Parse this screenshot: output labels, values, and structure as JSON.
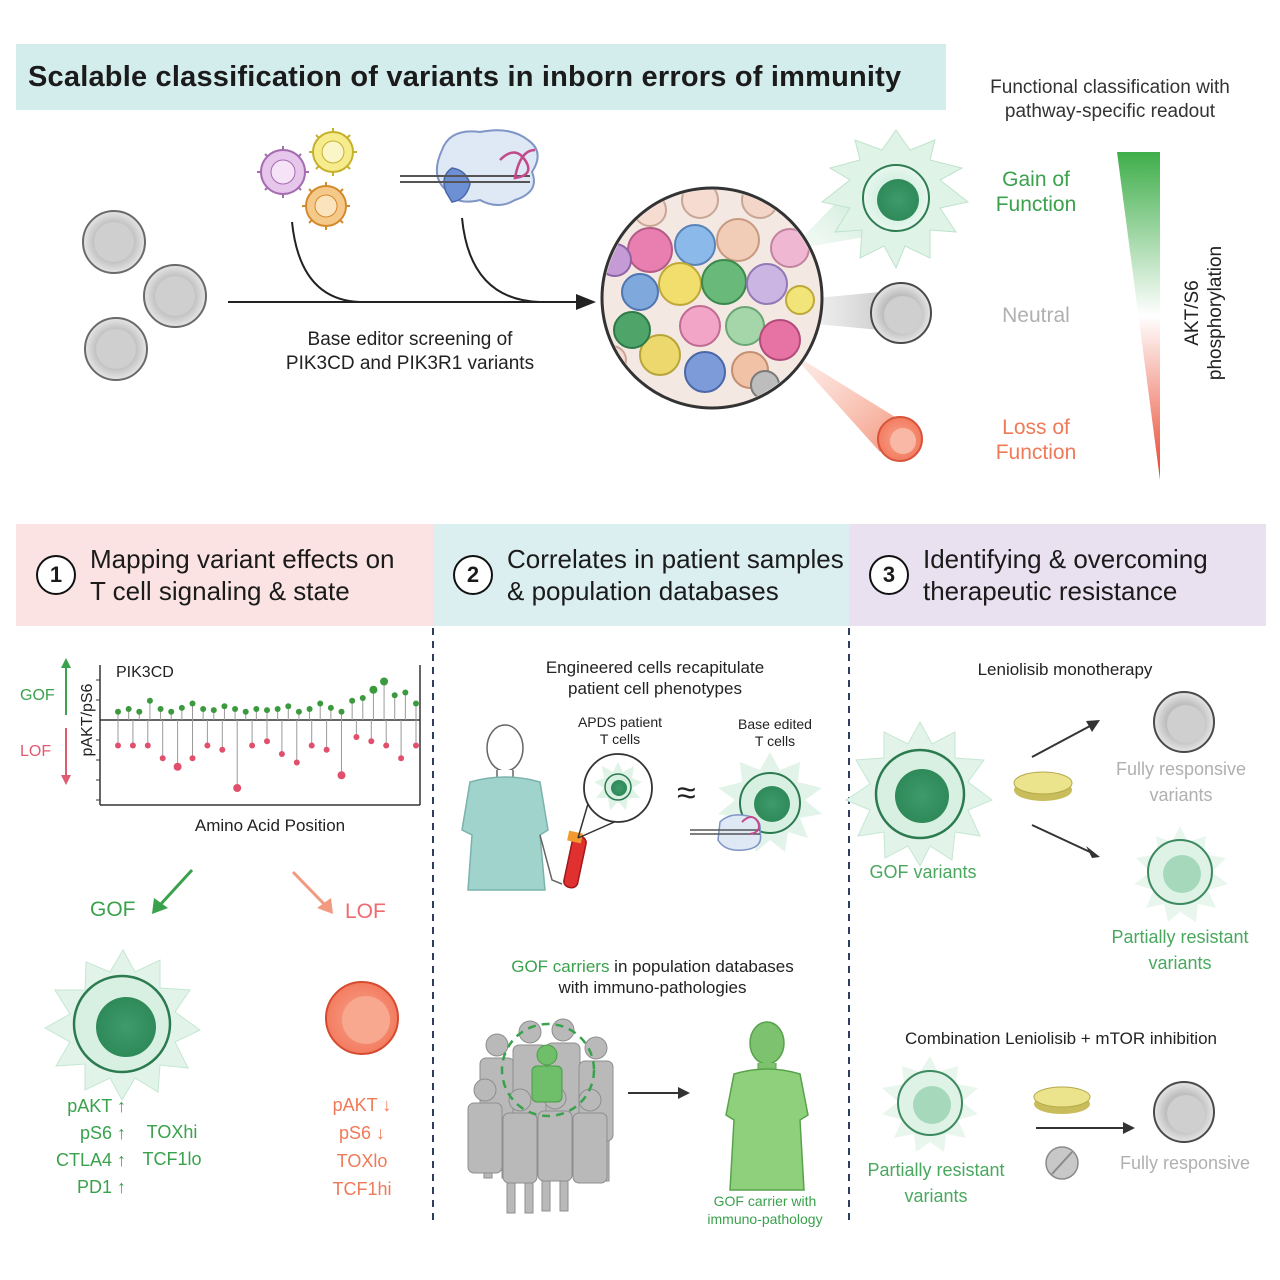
{
  "header": {
    "title": "Scalable classification of variants in inborn errors of immunity",
    "readout_title_line1": "Functional classification with",
    "readout_title_line2": "pathway-specific readout"
  },
  "screen": {
    "caption_line1": "Base editor screening of",
    "caption_line2": "PIK3CD and PIK3R1 variants",
    "gof_line1": "Gain of",
    "gof_line2": "Function",
    "neutral": "Neutral",
    "lof_line1": "Loss of",
    "lof_line2": "Function",
    "gradient_label_line1": "AKT/S6",
    "gradient_label_line2": "phosphorylation"
  },
  "sections": [
    {
      "number": "1",
      "line1": "Mapping variant effects on",
      "line2": "T cell signaling & state",
      "bg": "#fbe3e3"
    },
    {
      "number": "2",
      "line1": "Correlates in patient samples",
      "line2": "& population databases",
      "bg": "#dbeef0"
    },
    {
      "number": "3",
      "line1": "Identifying & overcoming",
      "line2": "therapeutic resistance",
      "bg": "#e9e0f0"
    }
  ],
  "panel1": {
    "gene": "PIK3CD",
    "ylabel": "pAKT/pS6",
    "gof_axis": "GOF",
    "lof_axis": "LOF",
    "xlabel": "Amino Acid Position",
    "gof_arrow": "GOF",
    "lof_arrow": "LOF",
    "gof_markers": [
      "pAKT",
      "pS6",
      "CTLA4",
      "PD1"
    ],
    "gof_markers_right": [
      "TOXhi",
      "TCF1lo"
    ],
    "lof_markers": [
      "pAKT",
      "pS6"
    ],
    "lof_markers_more": [
      "TOXlo",
      "TCF1hi"
    ],
    "up_arrow": "↑",
    "down_arrow": "↓"
  },
  "panel2": {
    "engineered_line1": "Engineered cells recapitulate",
    "engineered_line2": "patient cell phenotypes",
    "apds_line1": "APDS patient",
    "apds_line2": "T cells",
    "base_line1": "Base edited",
    "base_line2": "T cells",
    "approx": "≈",
    "pop_highlight": "GOF carriers",
    "pop_rest": " in population databases",
    "pop_line2": "with immuno-pathologies",
    "carrier_line1": "GOF carrier with",
    "carrier_line2": "immuno-pathology"
  },
  "panel3": {
    "mono_title": "Leniolisib monotherapy",
    "fully_line1": "Fully responsive",
    "fully_line2": "variants",
    "gof_variants": "GOF variants",
    "partial_line1": "Partially resistant",
    "partial_line2": "variants",
    "combo_title": "Combination Leniolisib + mTOR inhibition",
    "combo_partial_line1": "Partially resistant",
    "combo_partial_line2": "variants",
    "combo_fully": "Fully responsive"
  },
  "colors": {
    "gof": "#3aa14c",
    "lof": "#ef7a57",
    "neutral": "#b0b0b0",
    "lollipop_gof": "#3c9a3e",
    "lollipop_lof": "#e0506c",
    "title_band": "#d3ecec"
  },
  "chart_data": {
    "type": "lollipop",
    "title": "PIK3CD",
    "xlabel": "Amino Acid Position",
    "ylabel": "pAKT/pS6",
    "gof_values": [
      0.15,
      0.2,
      0.15,
      0.35,
      0.2,
      0.15,
      0.22,
      0.3,
      0.2,
      0.18,
      0.25,
      0.2,
      0.15,
      0.2,
      0.18,
      0.2,
      0.25,
      0.15,
      0.2,
      0.3,
      0.22,
      0.15,
      0.35,
      0.4,
      0.55,
      0.7,
      0.45,
      0.5,
      0.3
    ],
    "lof_values": [
      -0.3,
      -0.3,
      -0.3,
      -0.45,
      -0.55,
      -0.45,
      -0.3,
      -0.35,
      -0.8,
      -0.3,
      -0.25,
      -0.4,
      -0.5,
      -0.3,
      -0.35,
      -0.65,
      -0.2,
      -0.25,
      -0.3,
      -0.45,
      -0.3
    ]
  }
}
